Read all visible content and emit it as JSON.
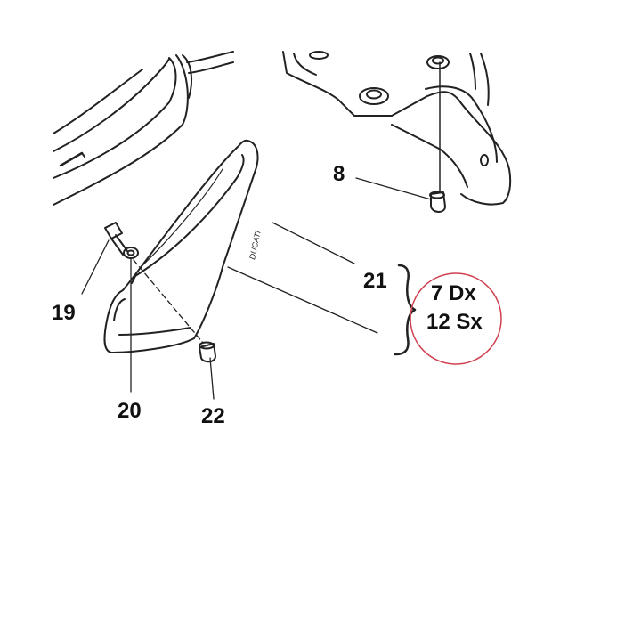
{
  "diagram": {
    "callouts": {
      "part_8": "8",
      "part_19": "19",
      "part_20": "20",
      "part_21": "21",
      "part_22": "22"
    },
    "side_variants": {
      "right": "7 Dx",
      "left": "12 Sx"
    },
    "panel_text": "DUCATI",
    "annotation_color": "#d04050"
  }
}
